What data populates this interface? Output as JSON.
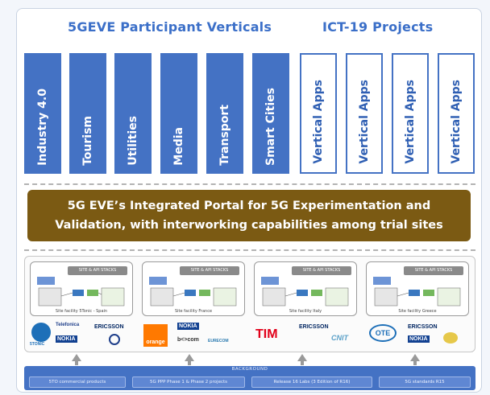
{
  "groups": {
    "participant_title": "5GEVE Participant Verticals",
    "ict_title": "ICT-19 Projects"
  },
  "verticals": [
    {
      "label": "Industry 4.0"
    },
    {
      "label": "Tourism"
    },
    {
      "label": "Utilities"
    },
    {
      "label": "Media"
    },
    {
      "label": "Transport"
    },
    {
      "label": "Smart Cities"
    }
  ],
  "ict_projects": [
    {
      "label": "Vertical Apps"
    },
    {
      "label": "Vertical Apps"
    },
    {
      "label": "Vertical Apps"
    },
    {
      "label": "Vertical Apps"
    }
  ],
  "portal": {
    "line1": "5G EVE’s Integrated Portal for 5G Experimentation and",
    "line2": "Validation, with interworking capabilities among trial sites"
  },
  "sites": [
    {
      "head": "SITE & API STACKS",
      "caption": "Site facility 5Tonic - Spain",
      "logos": [
        "5TONIC",
        "Telefonica",
        "ERICSSON",
        "NOKIA"
      ]
    },
    {
      "head": "SITE & API STACKS",
      "caption": "Site facility France",
      "logos": [
        "orange",
        "NOKIA",
        "b<>com",
        "EURECOM"
      ]
    },
    {
      "head": "SITE & API STACKS",
      "caption": "Site facility Italy",
      "logos": [
        "TIM",
        "ERICSSON",
        "CNIT"
      ]
    },
    {
      "head": "SITE & API STACKS",
      "caption": "Site facility Greece",
      "logos": [
        "OTE",
        "ERICSSON",
        "NOKIA"
      ]
    }
  ],
  "backend": {
    "title": "BACKGROUND",
    "items": [
      "5TO commercial products",
      "5G PPP Phase 1 & Phase 2 projects",
      "Release 16 Labs (3 Edition of R16)",
      "5G standards R15"
    ]
  },
  "colors": {
    "accent_blue": "#4472c4",
    "portal_brown": "#7b5a13",
    "orange": "#ff7900",
    "tim_red": "#e2001a"
  }
}
